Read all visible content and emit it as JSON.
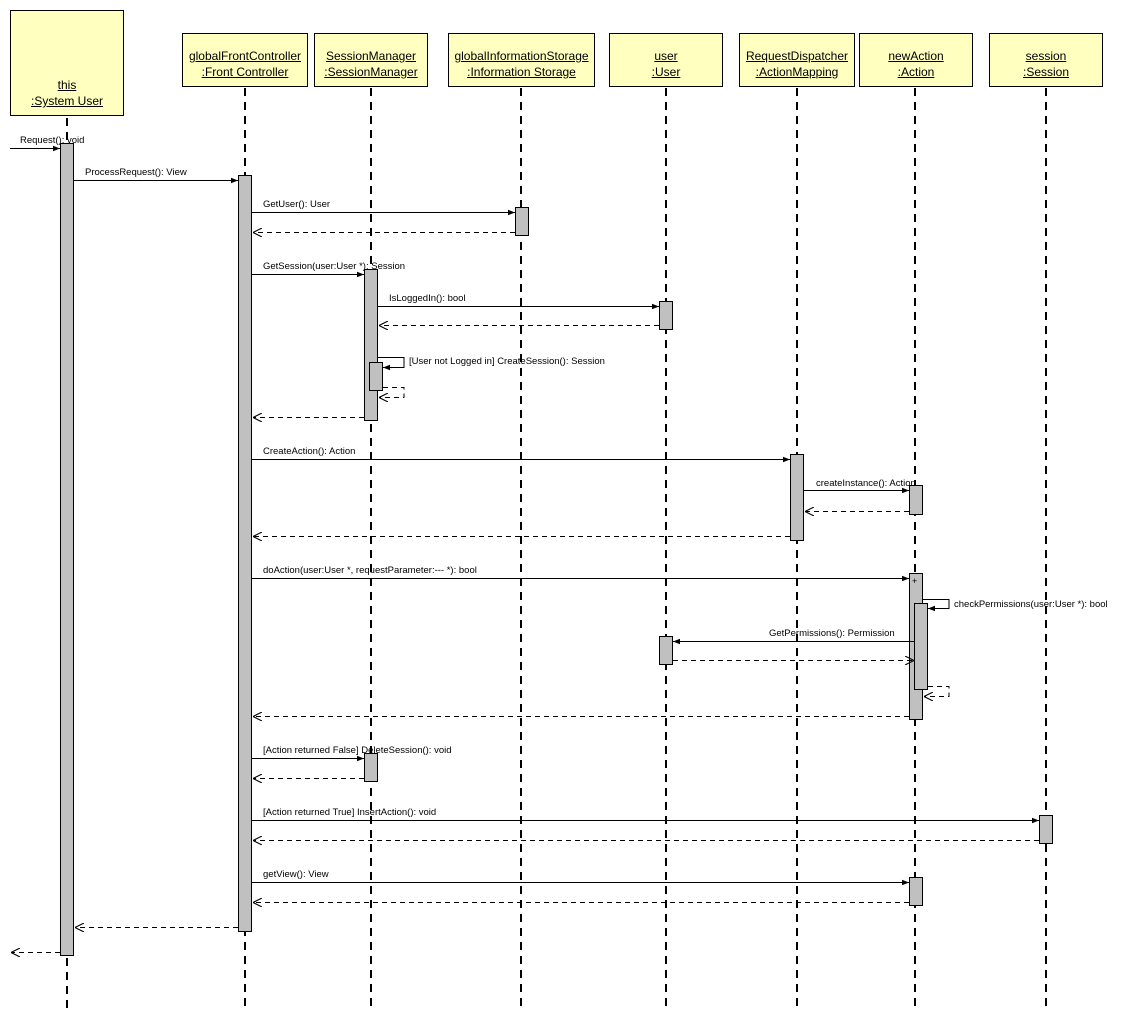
{
  "participants": [
    {
      "name": "this",
      "type": ":System User",
      "actor": true
    },
    {
      "name": "globalFrontController",
      "type": ":Front Controller"
    },
    {
      "name": "SessionManager",
      "type": ":SessionManager"
    },
    {
      "name": "globalInformationStorage",
      "type": ":Information Storage"
    },
    {
      "name": "user",
      "type": ":User"
    },
    {
      "name": "RequestDispatcher",
      "type": ":ActionMapping"
    },
    {
      "name": "newAction",
      "type": ":Action"
    },
    {
      "name": "session",
      "type": ":Session"
    }
  ],
  "messages": [
    {
      "label": "Request(): void"
    },
    {
      "label": "ProcessRequest(): View"
    },
    {
      "label": "GetUser(): User"
    },
    {
      "label": "GetSession(user:User *): Session"
    },
    {
      "label": "IsLoggedIn(): bool"
    },
    {
      "label": "[User not Logged in] CreateSession(): Session"
    },
    {
      "label": "CreateAction(): Action"
    },
    {
      "label": "createInstance(): Action"
    },
    {
      "label": "doAction(user:User *, requestParameter:--- *): bool"
    },
    {
      "label": "checkPermissions(user:User *): bool"
    },
    {
      "label": "GetPermissions(): Permission"
    },
    {
      "label": "[Action returned False] DeleteSession(): void"
    },
    {
      "label": "[Action returned True] InsertAction(): void"
    },
    {
      "label": "getView(): View"
    }
  ],
  "colors": {
    "header_fill": "#ffffc0",
    "activation_fill": "#c0c0c0",
    "line": "#000000"
  }
}
